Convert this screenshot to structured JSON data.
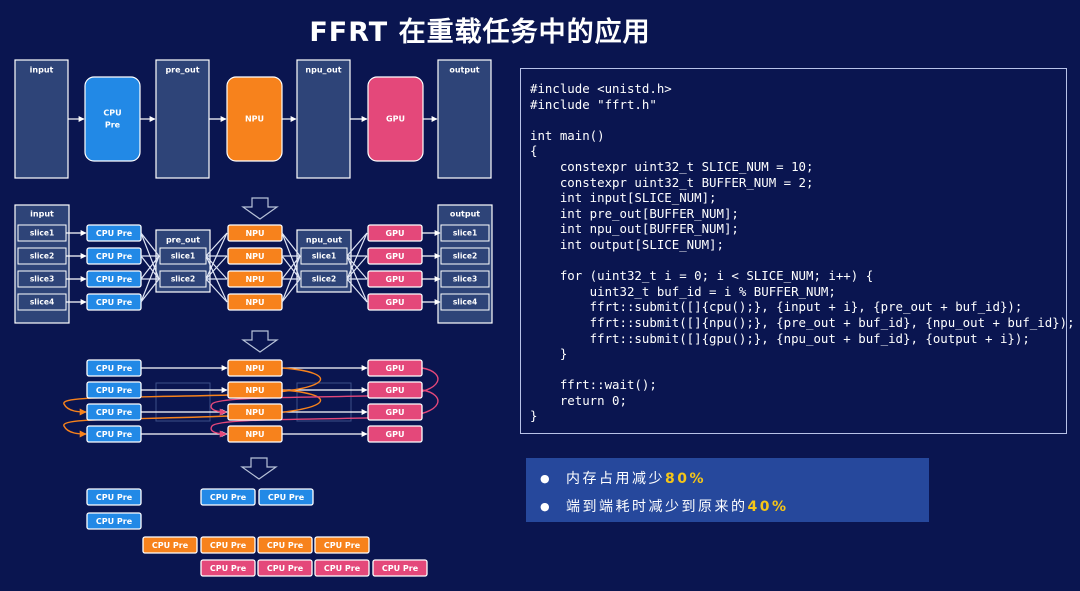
{
  "title": "FFRT 在重载任务中的应用",
  "colors": {
    "background": "#0a1550",
    "buffer_fill": "#2e4478",
    "cpu": "#2289e6",
    "npu": "#f7821c",
    "gpu": "#e4487a",
    "highlight": "#f5c518",
    "result_bg": "#26489c"
  },
  "pipeline": {
    "buffers": [
      "input",
      "pre_out",
      "npu_out",
      "output"
    ],
    "stages": [
      "CPU\nPre",
      "NPU",
      "GPU"
    ]
  },
  "sliced": {
    "input_title": "input",
    "pre_out_title": "pre_out",
    "npu_out_title": "npu_out",
    "output_title": "output",
    "slices": [
      "slice1",
      "slice2",
      "slice3",
      "slice4"
    ],
    "buffer_slices": [
      "slice1",
      "slice2"
    ],
    "cpu_label": "CPU Pre",
    "npu_label": "NPU",
    "gpu_label": "GPU"
  },
  "parallel": {
    "cpu_label": "CPU Pre",
    "npu_label": "NPU",
    "gpu_label": "GPU"
  },
  "timeline": {
    "label": "CPU Pre"
  },
  "code": "#include <unistd.h>\n#include \"ffrt.h\"\n\nint main()\n{\n    constexpr uint32_t SLICE_NUM = 10;\n    constexpr uint32_t BUFFER_NUM = 2;\n    int input[SLICE_NUM];\n    int pre_out[BUFFER_NUM];\n    int npu_out[BUFFER_NUM];\n    int output[SLICE_NUM];\n\n    for (uint32_t i = 0; i < SLICE_NUM; i++) {\n        uint32_t buf_id = i % BUFFER_NUM;\n        ffrt::submit([]{cpu();}, {input + i}, {pre_out + buf_id});\n        ffrt::submit([]{npu();}, {pre_out + buf_id}, {npu_out + buf_id});\n        ffrt::submit([]{gpu();}, {npu_out + buf_id}, {output + i});\n    }\n\n    ffrt::wait();\n    return 0;\n}",
  "results": {
    "bullet": "●",
    "r1_text": "内存占用减少",
    "r1_value": "80%",
    "r2_text": "端到端耗时减少到原来的",
    "r2_value": "40%"
  }
}
